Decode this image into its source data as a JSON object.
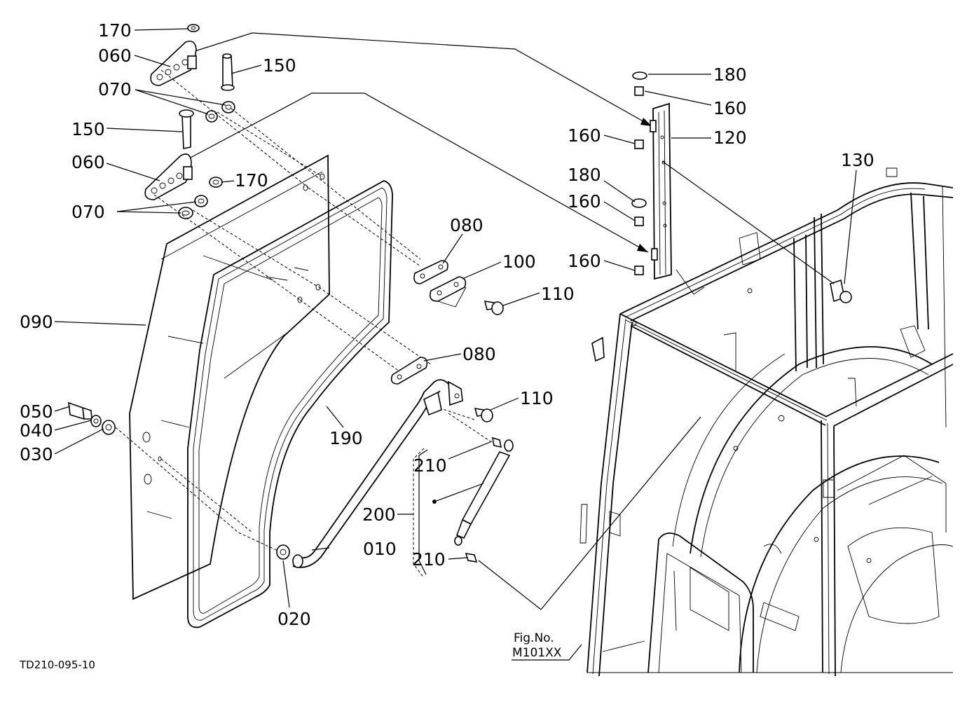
{
  "drawing_id": "TD210-095-10",
  "figure_reference": {
    "line1": "Fig.No.",
    "line2": "M101XX"
  },
  "callouts": [
    {
      "id": "170a",
      "text": "170"
    },
    {
      "id": "060a",
      "text": "060"
    },
    {
      "id": "150a",
      "text": "150"
    },
    {
      "id": "070a",
      "text": "070"
    },
    {
      "id": "150b",
      "text": "150"
    },
    {
      "id": "060b",
      "text": "060"
    },
    {
      "id": "170b",
      "text": "170"
    },
    {
      "id": "070b",
      "text": "070"
    },
    {
      "id": "090",
      "text": "090"
    },
    {
      "id": "080a",
      "text": "080"
    },
    {
      "id": "100",
      "text": "100"
    },
    {
      "id": "110a",
      "text": "110"
    },
    {
      "id": "080b",
      "text": "080"
    },
    {
      "id": "110b",
      "text": "110"
    },
    {
      "id": "050",
      "text": "050"
    },
    {
      "id": "040",
      "text": "040"
    },
    {
      "id": "030",
      "text": "030"
    },
    {
      "id": "190",
      "text": "190"
    },
    {
      "id": "210a",
      "text": "210"
    },
    {
      "id": "200",
      "text": "200"
    },
    {
      "id": "010",
      "text": "010"
    },
    {
      "id": "210b",
      "text": "210"
    },
    {
      "id": "020",
      "text": "020"
    },
    {
      "id": "180a",
      "text": "180"
    },
    {
      "id": "160a",
      "text": "160"
    },
    {
      "id": "160b",
      "text": "160"
    },
    {
      "id": "120",
      "text": "120"
    },
    {
      "id": "180b",
      "text": "180"
    },
    {
      "id": "160c",
      "text": "160"
    },
    {
      "id": "160d",
      "text": "160"
    },
    {
      "id": "130",
      "text": "130"
    }
  ]
}
